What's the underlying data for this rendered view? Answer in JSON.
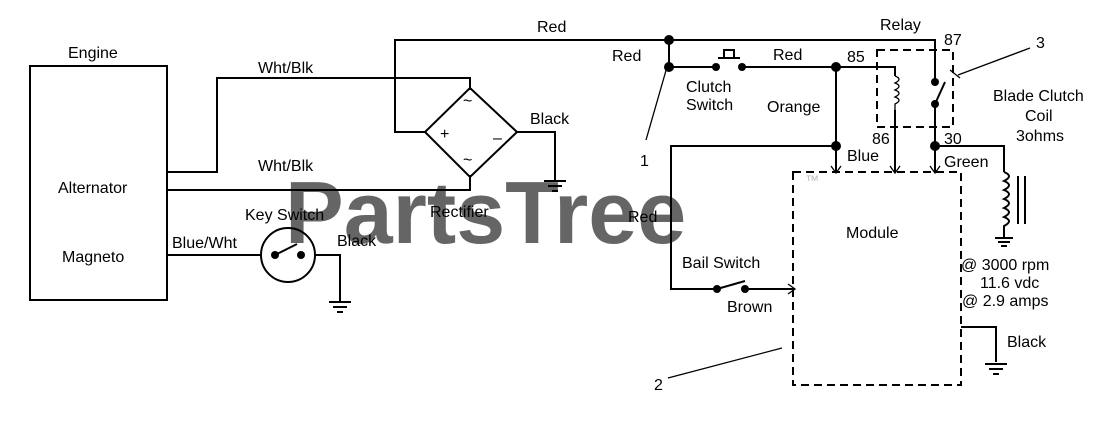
{
  "watermark": "PartsTree",
  "watermark_mark": "™",
  "components": {
    "engine": "Engine",
    "alternator": "Alternator",
    "magneto": "Magneto",
    "key_switch": "Key Switch",
    "rectifier": "Rectifier",
    "rectifier_ac_top": "~",
    "rectifier_ac_bottom": "~",
    "rectifier_plus": "+",
    "rectifier_minus": "–",
    "clutch_switch_line1": "Clutch",
    "clutch_switch_line2": "Switch",
    "bail_switch": "Bail Switch",
    "relay": "Relay",
    "module": "Module",
    "blade_clutch_line1": "Blade Clutch",
    "blade_clutch_line2": "Coil",
    "blade_clutch_line3": "3ohms"
  },
  "wires": {
    "red_top": "Red",
    "red_mid": "Red",
    "red_clutch": "Red",
    "red_left": "Red",
    "wht_blk_upper": "Wht/Blk",
    "wht_blk_lower": "Wht/Blk",
    "black_rectifier": "Black",
    "black_key": "Black",
    "blue_wht": "Blue/Wht",
    "orange": "Orange",
    "blue": "Blue",
    "green": "Green",
    "brown": "Brown",
    "black_module": "Black"
  },
  "relay_pins": {
    "p87": "87",
    "p85": "85",
    "p86": "86",
    "p30": "30"
  },
  "callouts": {
    "c1": "1",
    "c2": "2",
    "c3": "3"
  },
  "specs": {
    "rpm": "@ 3000 rpm",
    "volts": "11.6 vdc",
    "amps": "@ 2.9 amps"
  }
}
